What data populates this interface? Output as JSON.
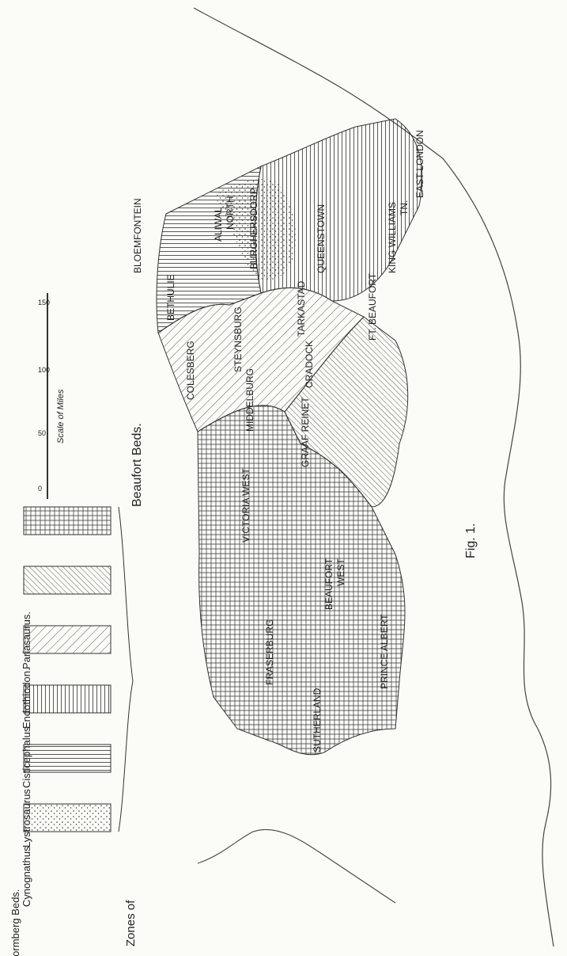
{
  "figure_label": "Fig. 1.",
  "legend": {
    "group_prefix": "Zones of",
    "group_title": "Beaufort Beds.",
    "items": [
      {
        "label": "Stormberg Beds.",
        "pattern": "dots"
      },
      {
        "label": "Cynognathus",
        "pattern": "horizontal"
      },
      {
        "label": "Lystrosaurus",
        "pattern": "vertical"
      },
      {
        "label": "Cisticephalus",
        "pattern": "diagonal"
      },
      {
        "label": "Endothiodon.",
        "pattern": "diagonal-dense"
      },
      {
        "label": "Pariasaurus.",
        "pattern": "cross-hatch"
      }
    ]
  },
  "scale_bar": {
    "caption": "Scale of Miles",
    "ticks": [
      "0",
      "50",
      "100",
      "150"
    ]
  },
  "places": [
    "BLOEMFONTEIN",
    "ALIWAL",
    "NORTH",
    "BETHULIE",
    "BURGHERSDORP",
    "COLESBERG",
    "STEYNSBURG",
    "QUEENSTOWN",
    "TARKASTAD",
    "MIDDELBURG",
    "CRADOCK",
    "GRAAF REINET",
    "FT. BEAUFORT",
    "KING WILLIAMS",
    "TN.",
    "EAST LONDON",
    "VICTORIA WEST",
    "BEAUFORT",
    "WEST",
    "FRASERBURG",
    "PRINCE ALBERT",
    "SUTHERLAND"
  ],
  "colors": {
    "ink": "#222222",
    "paper": "#fbfbf8"
  }
}
